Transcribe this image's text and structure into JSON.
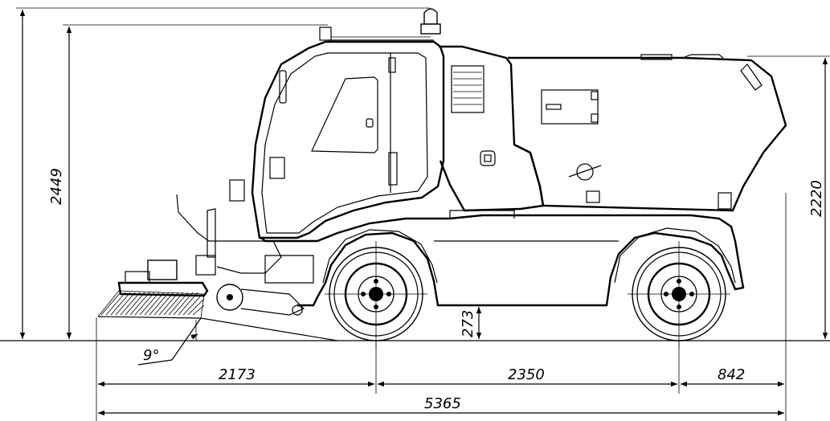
{
  "dimensions": {
    "overall_height": "2449",
    "body_height": "2220",
    "ground_clearance": "273",
    "front_overhang": "2173",
    "wheelbase": "2350",
    "rear_overhang": "842",
    "overall_length": "5365",
    "brush_angle": "9°"
  }
}
